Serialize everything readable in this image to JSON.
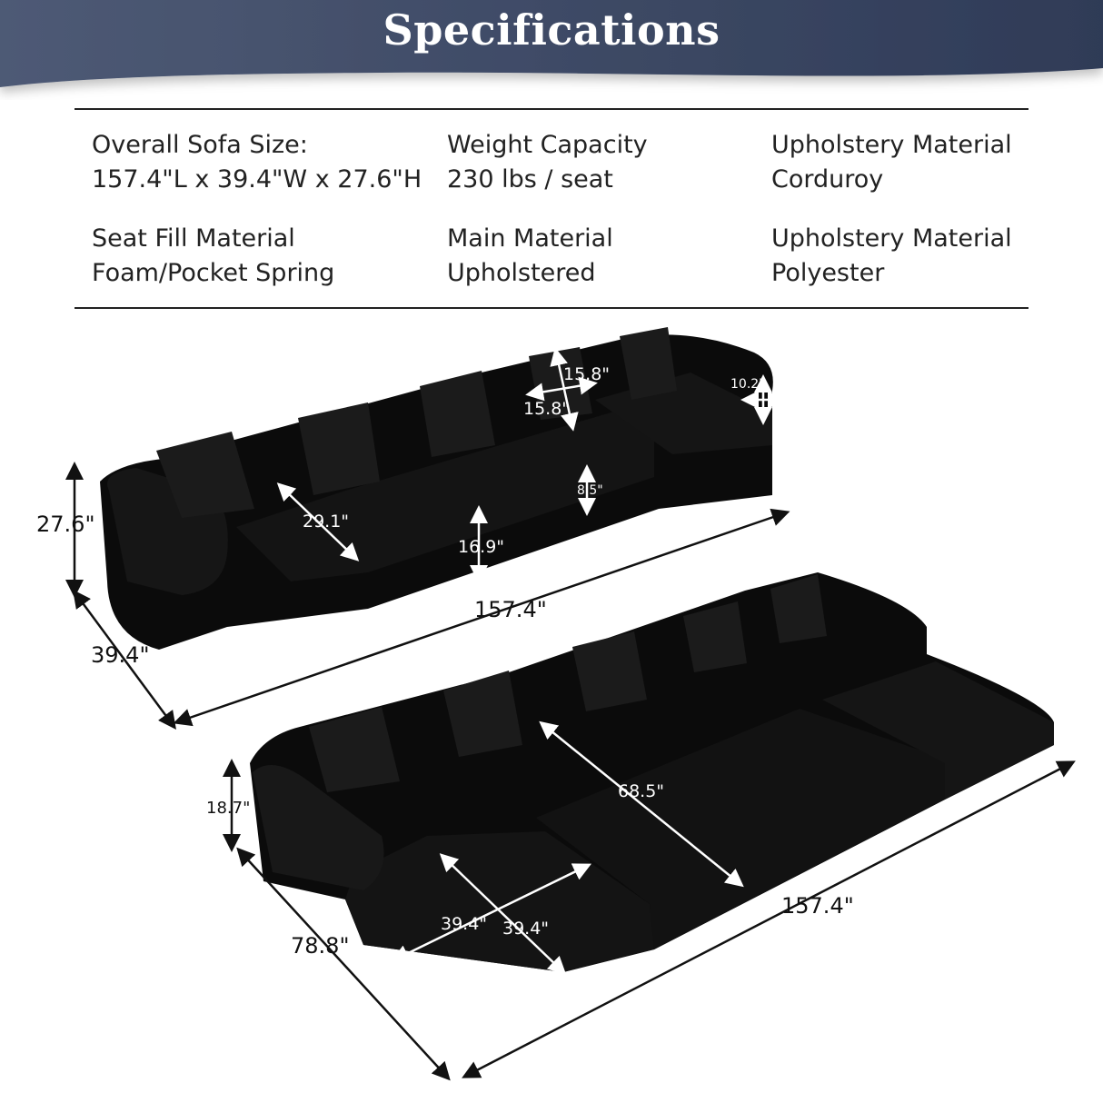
{
  "header": {
    "title": "Specifications",
    "colors": {
      "gradient_start": "#4e5a75",
      "gradient_end": "#2f3b57"
    }
  },
  "specs": [
    {
      "label": "Overall Sofa Size:",
      "value": "157.4\"L x 39.4\"W x 27.6\"H"
    },
    {
      "label": "Weight Capacity",
      "value": "230 lbs / seat"
    },
    {
      "label": "Upholstery Material",
      "value": "Corduroy"
    },
    {
      "label": "Seat Fill Material",
      "value": "Foam/Pocket Spring"
    },
    {
      "label": "Main Material",
      "value": "Upholstered"
    },
    {
      "label": "Upholstery Material",
      "value": "Polyester"
    }
  ],
  "sofa_configuration": {
    "height": "27.6\"",
    "depth": "39.4\"",
    "length": "157.4\"",
    "seat_depth": "29.1\"",
    "seat_height": "16.9\"",
    "cushion_thickness": "8.5\"",
    "pillow_width": "15.8\"",
    "pillow_height": "15.8\"",
    "armrest_width": "10.2\""
  },
  "bed_configuration": {
    "height": "18.7\"",
    "depth": "78.8\"",
    "length": "157.4\"",
    "middle_length": "68.5\"",
    "ottoman_width": "39.4\"",
    "ottoman_depth": "39.4\""
  }
}
